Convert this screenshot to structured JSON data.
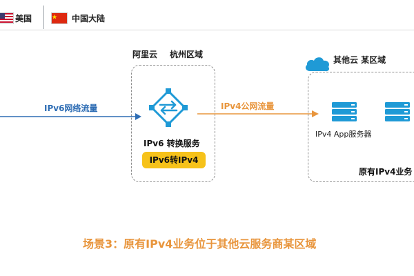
{
  "header": {
    "left_region": "美国",
    "right_region": "中国大陆"
  },
  "hangzhou": {
    "title_part1": "阿里云",
    "title_part2": "杭州区域",
    "service_label": "IPv6 转换服务",
    "pill_label": "IPv6转IPv4"
  },
  "flows": {
    "ipv6_label": "IPv6网络流量",
    "ipv4_label": "IPv4公网流量"
  },
  "other_cloud": {
    "title": "其他云 某区域",
    "server_label": "IPv4 App服务器",
    "business_label": "原有IPv4业务"
  },
  "caption": "场景3：原有IPv4业务位于其他云服务商某区域",
  "colors": {
    "ipv6_flow": "#2e6db4",
    "ipv4_flow": "#e8953c",
    "accent_blue": "#1f9ad6",
    "pill": "#f6c21a"
  }
}
